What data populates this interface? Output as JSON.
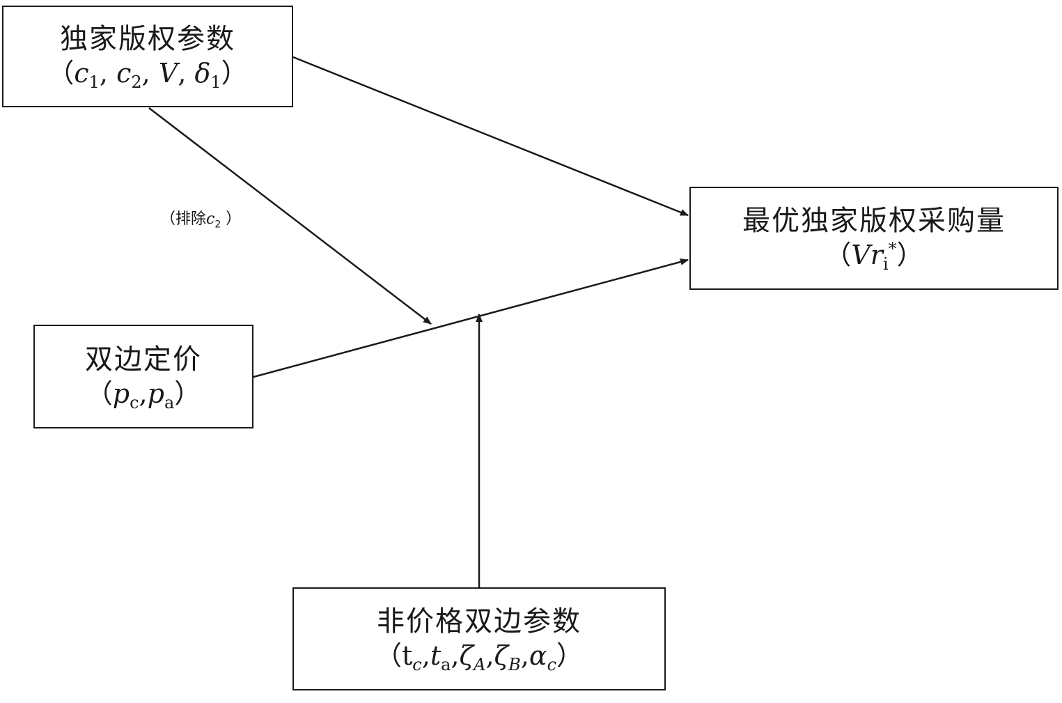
{
  "diagram": {
    "nodes": {
      "exclusive_copyright_params": {
        "title": "独家版权参数",
        "open_paren": "（",
        "close_paren": "）",
        "vars": [
          {
            "base": "c",
            "sub": "1"
          },
          {
            "base": "c",
            "sub": "2"
          },
          {
            "base": "V",
            "sub": ""
          },
          {
            "base": "δ",
            "sub": "1"
          }
        ]
      },
      "optimal_purchase": {
        "title": "最优独家版权采购量",
        "open_paren": "（",
        "close_paren": "）",
        "var_base": "Vr",
        "var_sub": "i",
        "var_sup": "*"
      },
      "bilateral_pricing": {
        "title": "双边定价",
        "open_paren": "（",
        "close_paren": "）",
        "vars": [
          {
            "base": "p",
            "sub": "c"
          },
          {
            "base": "p",
            "sub": "a"
          }
        ]
      },
      "non_price_bilateral_params": {
        "title": "非价格双边参数",
        "open_paren": "（",
        "close_paren": "）",
        "vars": [
          {
            "base": "t",
            "sub": "c"
          },
          {
            "base": "t",
            "sub": "a"
          },
          {
            "base": "ζ",
            "sub": "A"
          },
          {
            "base": "ζ",
            "sub": "B"
          },
          {
            "base": "α",
            "sub": "c"
          }
        ]
      }
    },
    "annotation": {
      "open_paren": "（",
      "text": "排除",
      "var_base": "c",
      "var_sub": "2",
      "close_paren": " ）"
    },
    "separator": ",",
    "edges": [
      {
        "from": "exclusive_copyright_params",
        "to": "optimal_purchase",
        "type": "direct effect"
      },
      {
        "from": "bilateral_pricing",
        "to": "optimal_purchase",
        "type": "direct effect"
      },
      {
        "from": "exclusive_copyright_params",
        "to": "bilateral_pricing→optimal_purchase edge",
        "type": "moderating effect",
        "label": "（排除c2 ）"
      },
      {
        "from": "non_price_bilateral_params",
        "to": "bilateral_pricing→optimal_purchase edge",
        "type": "moderating effect"
      }
    ]
  }
}
